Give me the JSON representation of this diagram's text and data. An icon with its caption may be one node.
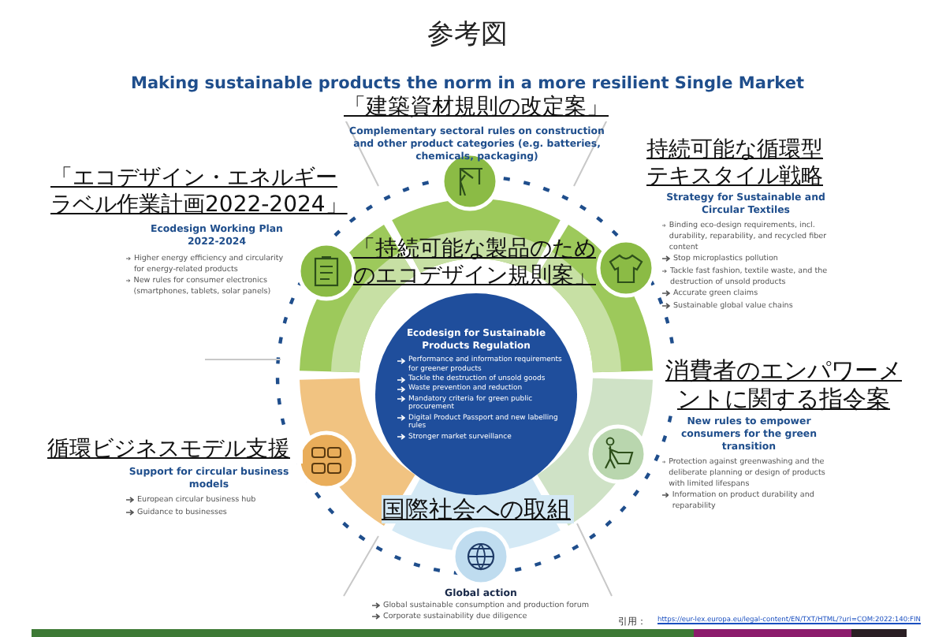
{
  "diagram": {
    "title": "参考図",
    "nodes": [
      {
        "text": [
          "「持続可能な製品のためのエコデザイン規則案」",
          "Ecodesign for Sustainable Products Regulation",
          "Performance and information requirements for greener products",
          "Tackle the destruction of unsold goods",
          "Waste prevention and reduction",
          "Mandatory criteria for green public procurement",
          "Digital Product Passport and new labelling rules",
          "Stronger market surveillance"
        ]
      }
    ],
    "labels": [
      "Making sustainable products the norm in a more resilient Single Market",
      "「建築資材規則の改定案」",
      "Complementary sectoral rules on construction and other product categories (e.g. batteries, chemicals, packaging)",
      "「エコデザイン・エネルギーラベル作業計画2022-2024」",
      "持続可能な循環型テキスタイル戦略",
      "Ecodesign Working Plan 2022-2024",
      "Higher energy efficiency and circularity for energy-related products",
      "New rules for consumer electronics (smartphones, tablets, solar panels)",
      "Strategy for Sustainable and Circular Textiles",
      "Binding eco-design requirements, incl. durability, reparability, and recycled fiber content",
      "Stop microplastics pollution",
      "Tackle fast fashion, textile waste, and the destruction of unsold products",
      "Accurate green claims",
      "Sustainable global value chains",
      "消費者のエンパワーメントに関する指令案",
      "New rules to empower consumers for the green transition",
      "Protection against greenwashing and the deliberate planning or design of products with limited lifespans",
      "Information on product durability and reparability",
      "循環ビジネスモデル支援",
      "Support for circular business models",
      "European circular business hub",
      "Guidance to businesses",
      "国際社会への取組",
      "Global action",
      "Global sustainable consumption and production forum",
      "Corporate sustainability due diligence",
      "引用：",
      "https://eur-lex.europa.eu/legal-content/EN/TXT/HTML/?uri=COM:2022:140:FIN"
    ]
  }
}
